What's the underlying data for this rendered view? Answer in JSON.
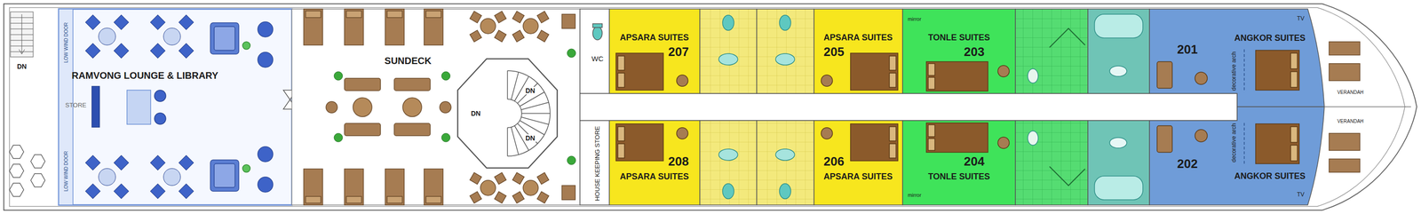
{
  "diagram": {
    "nodes": [
      {
        "text": [
          "RAMVONG LOUNGE & LIBRARY"
        ]
      },
      {
        "text": [
          "SUNDECK"
        ]
      },
      {
        "text": [
          "WC"
        ]
      },
      {
        "text": [
          "APSARA SUITES",
          "207"
        ]
      },
      {
        "text": [
          "APSARA SUITES",
          "205"
        ]
      },
      {
        "text": [
          "TONLE SUITES",
          "203"
        ]
      },
      {
        "text": [
          "201",
          "ANGKOR SUITES"
        ]
      },
      {
        "text": [
          "HOUSE KEEPING STORE"
        ]
      },
      {
        "text": [
          "208",
          "APSARA SUITES"
        ]
      },
      {
        "text": [
          "206",
          "APSARA SUITES"
        ]
      },
      {
        "text": [
          "204",
          "TONLE SUITES"
        ]
      },
      {
        "text": [
          "202",
          "ANGKOR SUITES"
        ]
      }
    ],
    "labels": [
      "DN",
      "LOW WIND DOOR",
      "STORE",
      "LOW WIND DOOR",
      "DN",
      "DN",
      "DN",
      "mirror",
      "decorative arch",
      "TV",
      "mirror",
      "decorative arch",
      "TV",
      "VERANDAH",
      "VERANDAH"
    ]
  }
}
